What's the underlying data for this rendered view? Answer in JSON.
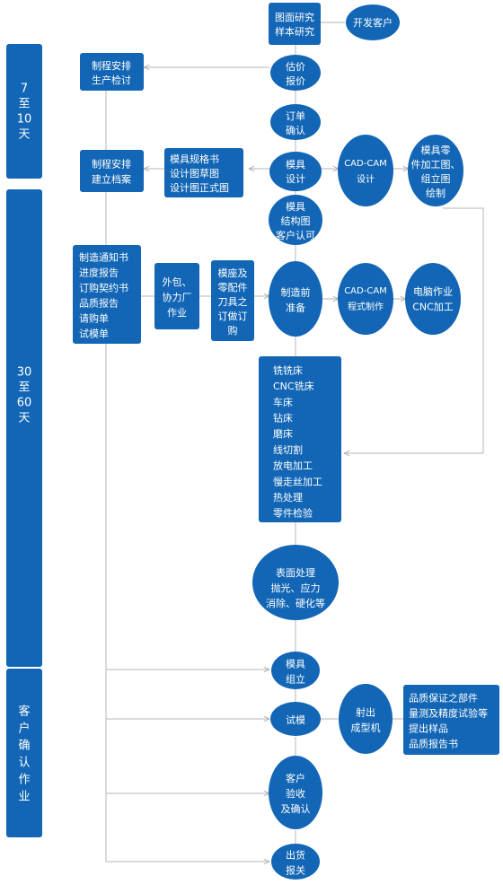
{
  "phases": [
    {
      "id": "p1",
      "lines": [
        "7",
        "至",
        "10",
        "天"
      ]
    },
    {
      "id": "p2",
      "lines": [
        "30",
        "至",
        "60",
        "天"
      ]
    },
    {
      "id": "p3",
      "lines": [
        "客",
        "户",
        "确",
        "认",
        "作",
        "业"
      ]
    }
  ],
  "nodes": {
    "drawing": [
      "图面研究",
      "样本研究"
    ],
    "develop": [
      "开发客户"
    ],
    "quote": [
      "估价",
      "报价"
    ],
    "schedule1": [
      "制程安排",
      "生产检讨"
    ],
    "order": [
      "订单",
      "确认"
    ],
    "schedule2": [
      "制程安排",
      "建立档案"
    ],
    "specs": [
      "模具规格书",
      "设计图草图",
      "设计图正式图"
    ],
    "design": [
      "模具",
      "设计"
    ],
    "cadcam1": [
      "CAD-CAM",
      "设计"
    ],
    "parts": [
      "模具零",
      "件加工图、",
      "组立图",
      "绘制"
    ],
    "approve": [
      "模具",
      "结构图",
      "客户认可"
    ],
    "notices": [
      "制造通知书",
      "进度报告",
      "订购契约书",
      "品质报告",
      "请购单",
      "试模单"
    ],
    "outsource": [
      "外包、",
      "协力厂",
      "作业"
    ],
    "purchase": [
      "模座及",
      "零配件",
      "刀具之",
      "订做订",
      "购"
    ],
    "prep": [
      "制造前",
      "准备"
    ],
    "cadcam2": [
      "CAD-CAM",
      "程式制作"
    ],
    "cnc": [
      "电脑作业",
      "CNC加工"
    ],
    "machining": [
      "铣铣床",
      "CNC铣床",
      "车床",
      "钻床",
      "磨床",
      "线切割",
      "放电加工",
      "慢走丝加工",
      "热处理",
      "零件检验"
    ],
    "surface": [
      "表面处理",
      "抛光、应力",
      "消除、硬化等"
    ],
    "assemble": [
      "模具",
      "组立"
    ],
    "trial": [
      "试模"
    ],
    "injection": [
      "射出",
      "成型机"
    ],
    "qa": [
      "品质保证之部件",
      "量测及精度试验等",
      "提出样品",
      "品质报告书"
    ],
    "accept": [
      "客户",
      "验收",
      "及确认"
    ],
    "ship": [
      "出货",
      "报关"
    ]
  }
}
